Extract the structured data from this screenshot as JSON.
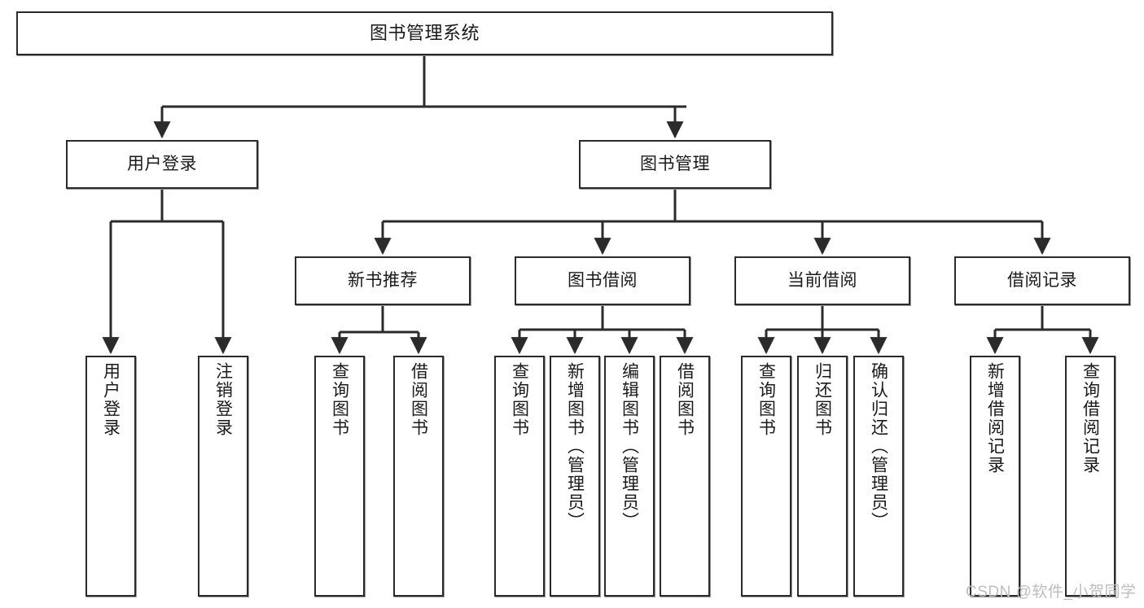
{
  "diagram": {
    "title": "图书管理系统",
    "type": "tree",
    "watermark": "CSDN @软件_小贺同学",
    "colors": {
      "node_border": "#2b2b2b",
      "node_fill": "#ffffff",
      "edge": "#2b2b2b",
      "text": "#1a1a1a",
      "watermark": "#bdbdbd"
    }
  },
  "nodes": {
    "root": {
      "label": "图书管理系统",
      "level": 1
    },
    "level2": [
      {
        "id": "user-login",
        "label": "用户登录"
      },
      {
        "id": "book-manage",
        "label": "图书管理"
      }
    ],
    "level3": [
      {
        "id": "new-book-rec",
        "label": "新书推荐",
        "parent": "book-manage"
      },
      {
        "id": "book-borrow",
        "label": "图书借阅",
        "parent": "book-manage"
      },
      {
        "id": "current-borrow",
        "label": "当前借阅",
        "parent": "book-manage"
      },
      {
        "id": "borrow-record",
        "label": "借阅记录",
        "parent": "book-manage"
      }
    ],
    "leaves": [
      {
        "id": "leaf-user-login",
        "label": "用户登录",
        "parent": "user-login"
      },
      {
        "id": "leaf-user-logout",
        "label": "注销登录",
        "parent": "user-login"
      },
      {
        "id": "leaf-query-book-1",
        "label": "查询图书",
        "parent": "new-book-rec"
      },
      {
        "id": "leaf-borrow-book-1",
        "label": "借阅图书",
        "parent": "new-book-rec"
      },
      {
        "id": "leaf-query-book-2",
        "label": "查询图书",
        "parent": "book-borrow"
      },
      {
        "id": "leaf-add-book",
        "label": "新增图书（管理员）",
        "parent": "book-borrow"
      },
      {
        "id": "leaf-edit-book",
        "label": "编辑图书（管理员）",
        "parent": "book-borrow"
      },
      {
        "id": "leaf-borrow-book-2",
        "label": "借阅图书",
        "parent": "book-borrow"
      },
      {
        "id": "leaf-query-book-3",
        "label": "查询图书",
        "parent": "current-borrow"
      },
      {
        "id": "leaf-return-book",
        "label": "归还图书",
        "parent": "current-borrow"
      },
      {
        "id": "leaf-confirm-return",
        "label": "确认归还（管理员）",
        "parent": "current-borrow"
      },
      {
        "id": "leaf-add-record",
        "label": "新增借阅记录",
        "parent": "borrow-record"
      },
      {
        "id": "leaf-query-record",
        "label": "查询借阅记录",
        "parent": "borrow-record"
      }
    ]
  }
}
